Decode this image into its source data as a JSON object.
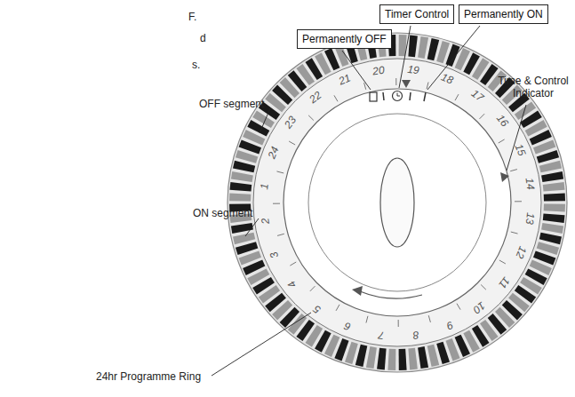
{
  "diagram": {
    "nodes": [
      {
        "text": [
          "Timer Control"
        ]
      },
      {
        "text": [
          "Permanently ON"
        ]
      },
      {
        "text": [
          "Permanently OFF"
        ]
      }
    ],
    "labels": [
      "F.",
      "d",
      "s.",
      "OFF segment",
      "ON segment",
      "Time & Control Indicator",
      "24hr Programme Ring",
      "1",
      "2",
      "3",
      "4",
      "5",
      "6",
      "7",
      "8",
      "9",
      "10",
      "11",
      "12",
      "13",
      "14",
      "15",
      "16",
      "17",
      "18",
      "19",
      "20",
      "21",
      "22",
      "23",
      "24"
    ]
  }
}
